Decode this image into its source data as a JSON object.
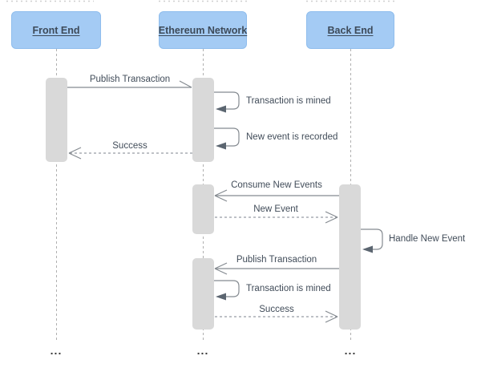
{
  "diagram_type": "sequence",
  "actors": [
    {
      "name": "Front End"
    },
    {
      "name": "Ethereum Network"
    },
    {
      "name": "Back End"
    }
  ],
  "messages": [
    {
      "from": "Front End",
      "to": "Ethereum Network",
      "label": "Publish Transaction",
      "line": "solid"
    },
    {
      "from": "Ethereum Network",
      "to": "Ethereum Network",
      "label": "Transaction is mined",
      "line": "self-loop"
    },
    {
      "from": "Ethereum Network",
      "to": "Ethereum Network",
      "label": "New event is recorded",
      "line": "self-loop"
    },
    {
      "from": "Ethereum Network",
      "to": "Front End",
      "label": "Success",
      "line": "dashed"
    },
    {
      "from": "Back End",
      "to": "Ethereum Network",
      "label": "Consume New Events",
      "line": "solid"
    },
    {
      "from": "Ethereum Network",
      "to": "Back End",
      "label": "New Event",
      "line": "dashed"
    },
    {
      "from": "Back End",
      "to": "Back End",
      "label": "Handle New Event",
      "line": "self-loop"
    },
    {
      "from": "Back End",
      "to": "Ethereum Network",
      "label": "Publish Transaction",
      "line": "solid"
    },
    {
      "from": "Ethereum Network",
      "to": "Ethereum Network",
      "label": "Transaction is mined",
      "line": "self-loop"
    },
    {
      "from": "Ethereum Network",
      "to": "Back End",
      "label": "Success",
      "line": "dashed"
    }
  ],
  "continuation_marker": "...",
  "colors": {
    "actor_fill": "#a4cbf4",
    "actor_border": "#8fbded",
    "actor_text": "#3d4a59",
    "activation_fill": "#d9d9d9",
    "solid_line": "#848a90",
    "dashed_line": "#969ca3",
    "label_text": "#414c59",
    "lifeline": "#b0b0b0",
    "loop_arrowhead": "#5b6570"
  }
}
